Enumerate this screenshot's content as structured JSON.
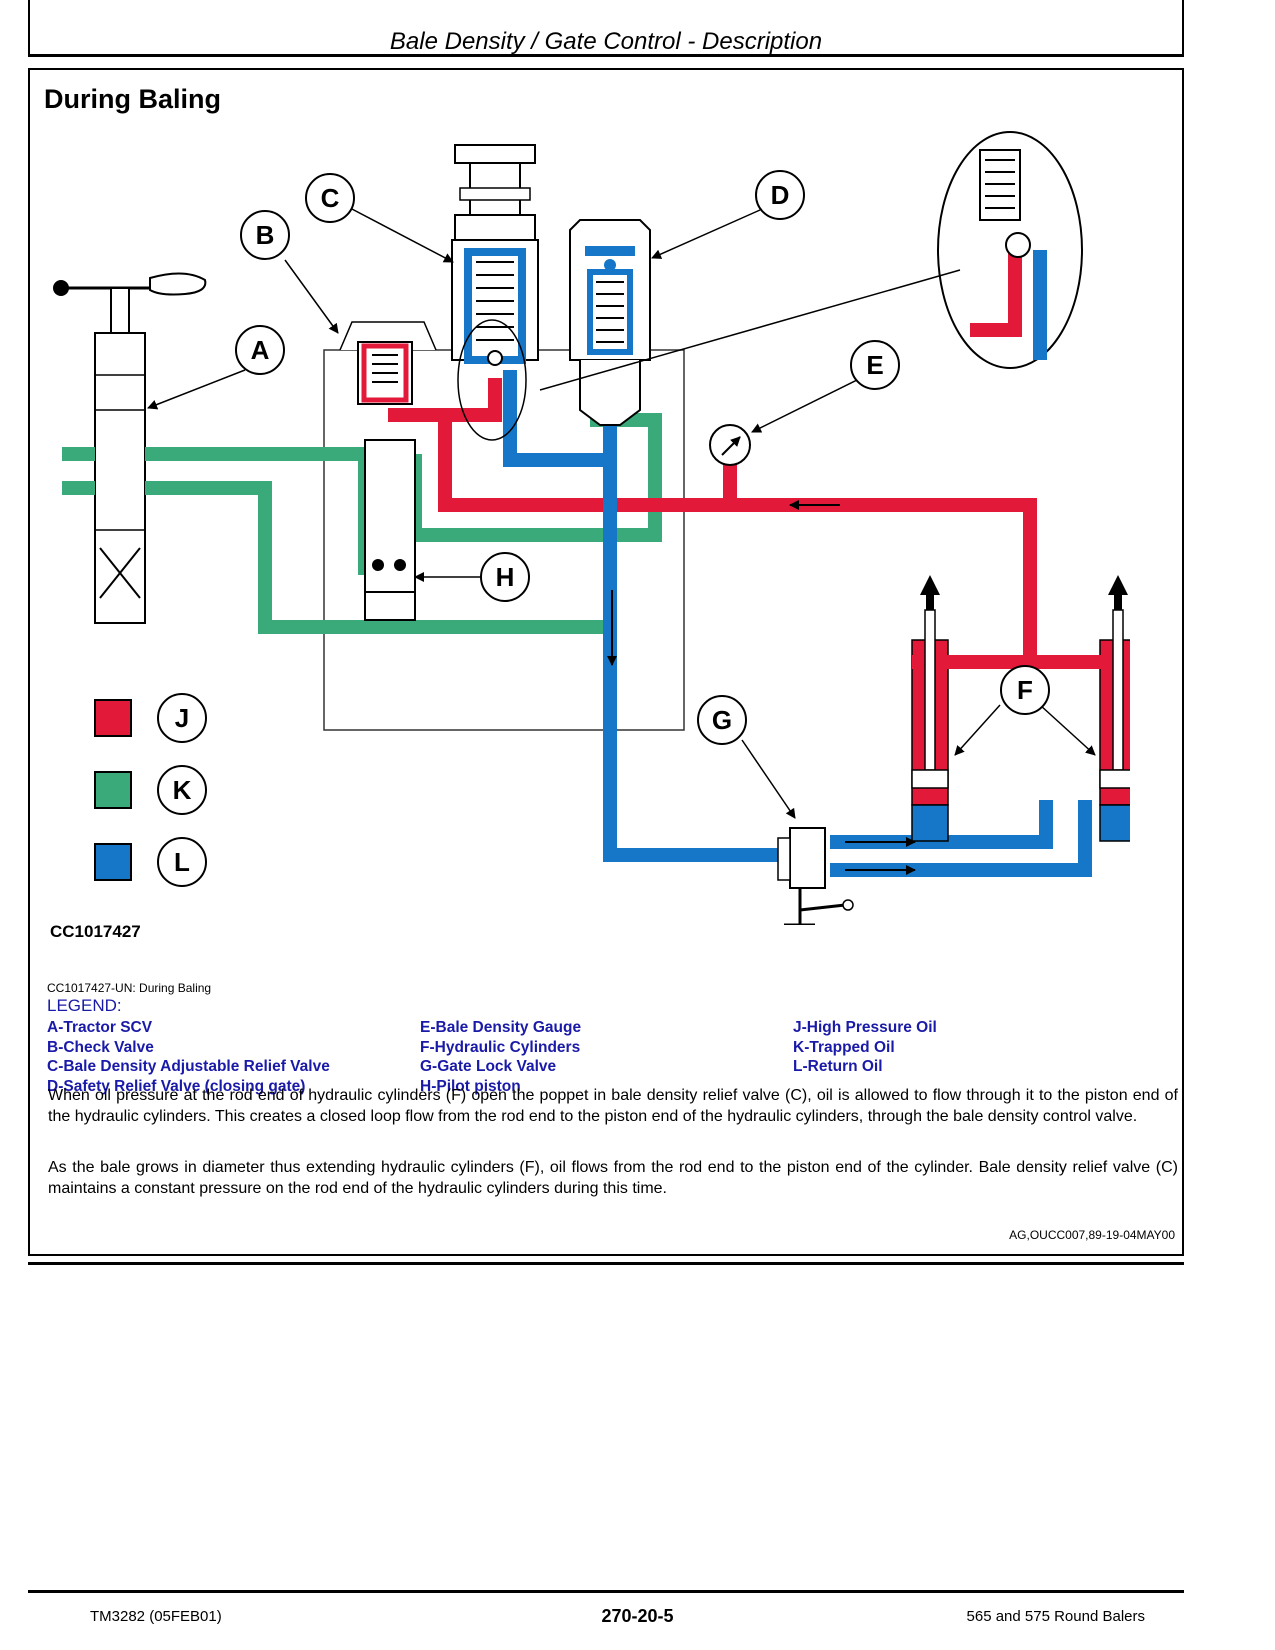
{
  "header": {
    "title": "Bale Density / Gate Control - Description"
  },
  "section": {
    "title": "During Baling"
  },
  "diagram": {
    "callouts": [
      "A",
      "B",
      "C",
      "D",
      "E",
      "F",
      "G",
      "H"
    ],
    "color_keys": [
      {
        "label": "J",
        "color": "#e3193a"
      },
      {
        "label": "K",
        "color": "#3aaa7a"
      },
      {
        "label": "L",
        "color": "#1677c8"
      }
    ],
    "figure_id": "CC1017427"
  },
  "caption": "CC1017427-UN: During Baling",
  "legend": {
    "title": "LEGEND:",
    "col1": [
      "A-Tractor SCV",
      "B-Check Valve",
      "C-Bale Density Adjustable Relief Valve",
      "D-Safety Relief Valve (closing gate)"
    ],
    "col2": [
      "E-Bale Density Gauge",
      "F-Hydraulic Cylinders",
      "G-Gate Lock Valve",
      "H-Pilot piston"
    ],
    "col3": [
      "J-High Pressure Oil",
      "K-Trapped Oil",
      "L-Return Oil"
    ]
  },
  "body": {
    "p1": "When oil pressure at the rod end of hydraulic cylinders (F) open the poppet in bale density relief valve (C), oil is allowed to flow through it to the piston end of the hydraulic cylinders. This creates a closed loop flow from the rod end to the piston end of the hydraulic cylinders, through the bale density control valve.",
    "p2": "As the bale grows in diameter thus extending hydraulic cylinders (F), oil flows from the rod end to the piston end of the cylinder. Bale density relief valve (C) maintains a constant pressure on the rod end of the hydraulic cylinders during this time.",
    "ref": "AG,OUCC007,89-19-04MAY00"
  },
  "footer": {
    "left": "TM3282 (05FEB01)",
    "center": "270-20-5",
    "right": "565 and 575 Round Balers"
  }
}
